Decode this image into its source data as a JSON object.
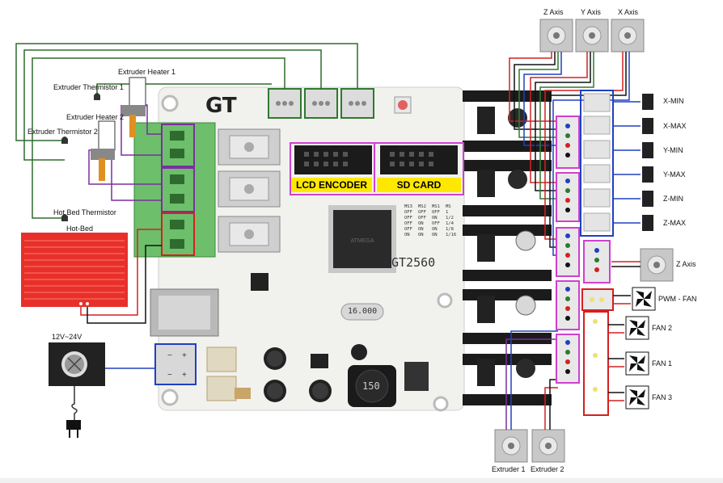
{
  "labels": {
    "z_axis_top": "Z Axis",
    "y_axis_top": "Y Axis",
    "x_axis_top": "X Axis",
    "z_axis_side": "Z Axis",
    "extruder_heater_1": "Extruder Heater 1",
    "extruder_heater_2": "Extruder Heater 2",
    "extruder_thermistor_1": "Extruder Thermistor 1",
    "extruder_thermistor_2": "Extruder Thermistor 2",
    "hot_bed_thermistor": "Hot Bed Thermistor",
    "hot_bed": "Hot-Bed",
    "power_supply": "12V~24V",
    "lcd_encoder": "LCD ENCODER",
    "sd_card": "SD CARD",
    "board_model": "GT2560",
    "board_logo": "GT",
    "crystal": "16.000",
    "inductor": "150",
    "x_min": "X-MIN",
    "x_max": "X-MAX",
    "y_min": "Y-MIN",
    "y_max": "Y-MAX",
    "z_min": "Z-MIN",
    "z_max": "Z-MAX",
    "pwm_fan": "PWM - FAN",
    "fan_2": "FAN 2",
    "fan_1": "FAN 1",
    "fan_3": "FAN 3",
    "extruder_1": "Extruder 1",
    "extruder_2": "Extruder 2"
  },
  "microstep_table": {
    "headers": [
      "MS3",
      "MS2",
      "MS1",
      "MS"
    ],
    "rows": [
      [
        "OFF",
        "OFF",
        "OFF",
        "1"
      ],
      [
        "OFF",
        "OFF",
        "ON",
        "1/2"
      ],
      [
        "OFF",
        "ON",
        "OFF",
        "1/4"
      ],
      [
        "OFF",
        "ON",
        "ON",
        "1/8"
      ],
      [
        "ON",
        "ON",
        "ON",
        "1/16"
      ]
    ]
  },
  "colors": {
    "board": "#f1f1ee",
    "header_black": "#1b1b1b",
    "terminal_green": "#6dbf6b",
    "heatbed_red": "#e8302a",
    "label_yellow": "#ffe800",
    "frame_purple": "#7b2fa0",
    "frame_magenta": "#d040d0",
    "frame_red": "#d42020",
    "frame_blue": "#2040c0",
    "frame_green": "#2e7a2e"
  }
}
